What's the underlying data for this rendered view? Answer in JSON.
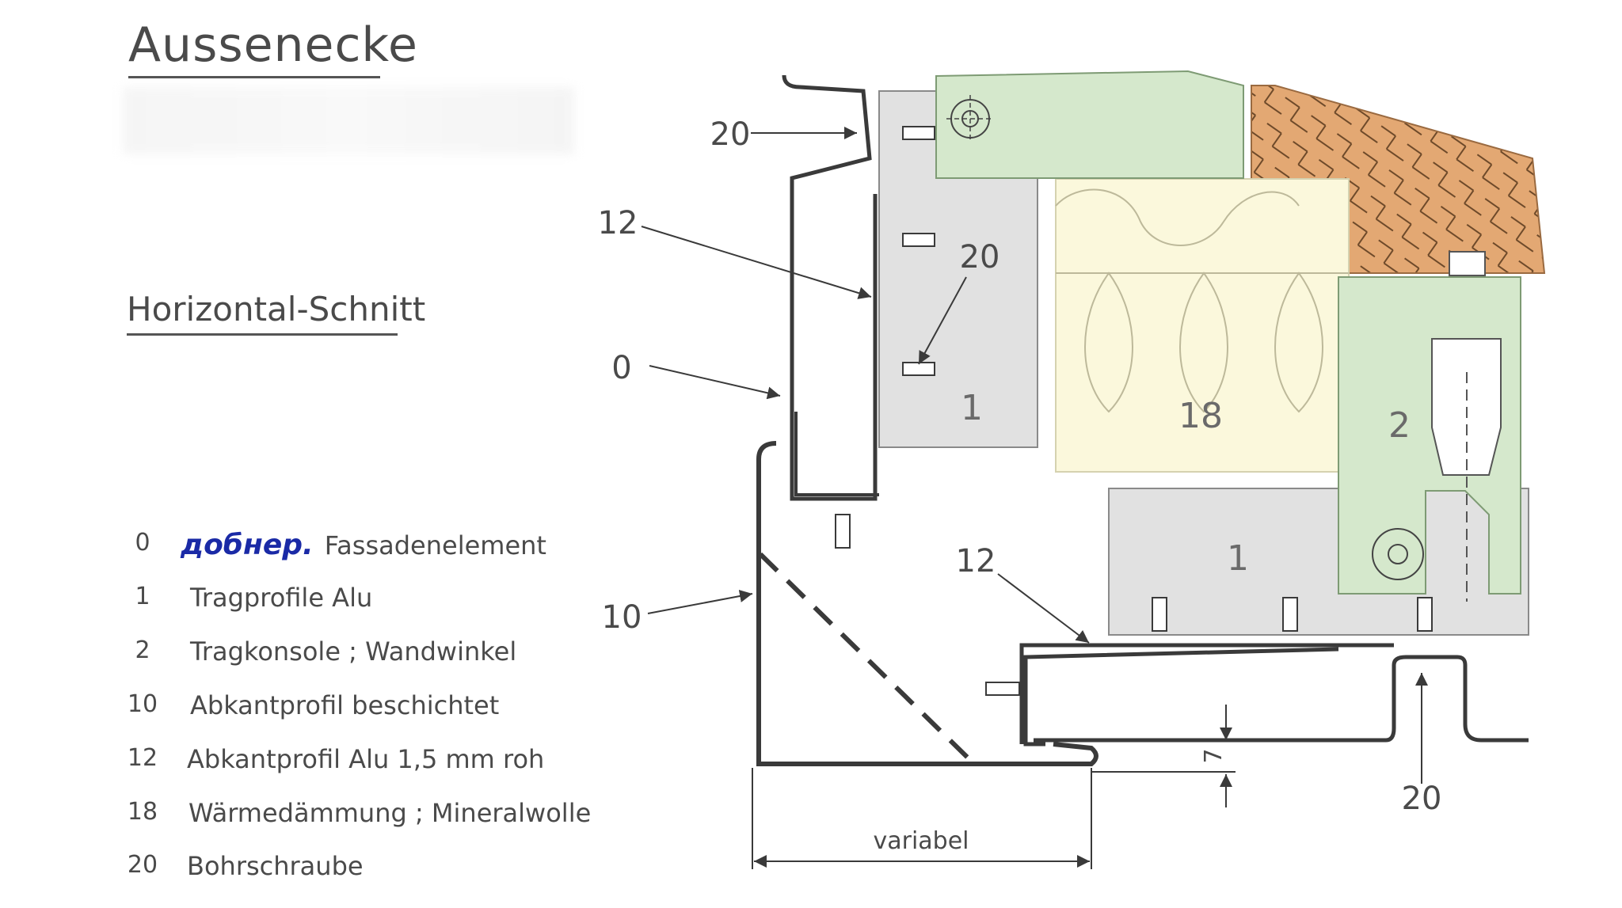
{
  "title": "Aussenecke",
  "subtitle": "Horizontal-Schnitt",
  "legend": [
    {
      "num": "0",
      "brand": "добнер.",
      "text": "Fassadenelement"
    },
    {
      "num": "1",
      "brand": "",
      "text": "Tragprofile Alu"
    },
    {
      "num": "2",
      "brand": "",
      "text": "Tragkonsole ; Wandwinkel"
    },
    {
      "num": "10",
      "brand": "",
      "text": "Abkantprofil beschichtet"
    },
    {
      "num": "12",
      "brand": "",
      "text": "Abkantprofil Alu 1,5 mm roh"
    },
    {
      "num": "18",
      "brand": "",
      "text": "Wärmedämmung ; Mineralwolle"
    },
    {
      "num": "20",
      "brand": "",
      "text": "Bohrschraube"
    }
  ],
  "callouts": {
    "screw_top": "20",
    "profile_left": "12",
    "screw_mid": "20",
    "element": "0",
    "edge_profile": "10",
    "profile_bottom": "12",
    "screw_bottom": "20"
  },
  "inner_labels": {
    "rail_left": "1",
    "insulation": "18",
    "bracket": "2",
    "rail_bottom": "1"
  },
  "dimensions": {
    "variable": "variabel",
    "gap": "7"
  },
  "colors": {
    "bracket_green": "#d5e8cc",
    "rail_gray": "#e1e1e1",
    "insulation_cream": "#fbf8dc",
    "wall_brick": "#e3a873",
    "line": "#3a3a3a"
  }
}
